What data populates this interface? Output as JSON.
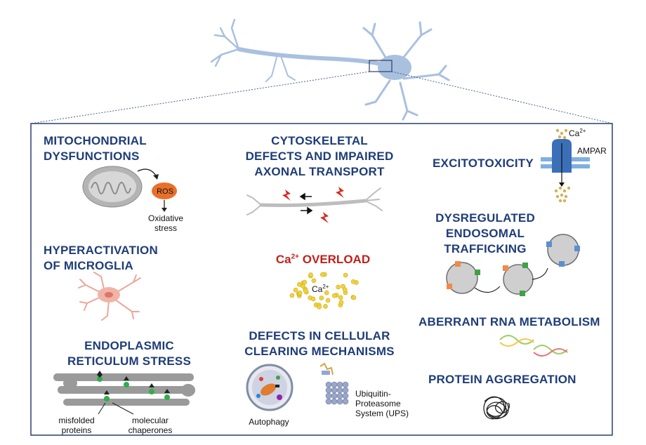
{
  "labels": {
    "mito": "MITOCHONDRIAL\nDYSFUNCTIONS",
    "ros": "ROS",
    "oxidative": "Oxidative\nstress",
    "microglia": "HYPERACTIVATION\nOF MICROGLIA",
    "er": "ENDOPLASMIC\nRETICULUM STRESS",
    "misfolded": "misfolded\nproteins",
    "chaperones": "molecular\nchaperones",
    "cyto": "CYTOSKELETAL\nDEFECTS AND IMPAIRED\nAXONAL TRANSPORT",
    "ca_prefix": "Ca",
    "ca_charge": "2+",
    "overload": " OVERLOAD",
    "clearing": "DEFECTS IN CELLULAR\nCLEARING MECHANISMS",
    "autophagy": "Autophagy",
    "ups": "Ubiquitin-\nProteasome\nSystem (UPS)",
    "excito": "EXCITOTOXICITY",
    "ampar": "AMPAR",
    "endosomal": "DYSREGULATED\nENDOSOMAL\nTRAFFICKING",
    "rna": "ABERRANT RNA METABOLISM",
    "aggregation": "PROTEIN AGGREGATION"
  },
  "colors": {
    "heading": "#1f3d78",
    "ca_overload": "#c0211b",
    "ros": "#e8702a",
    "calcium_ion": "#f2d33b",
    "neuron": "#a9c0df"
  }
}
